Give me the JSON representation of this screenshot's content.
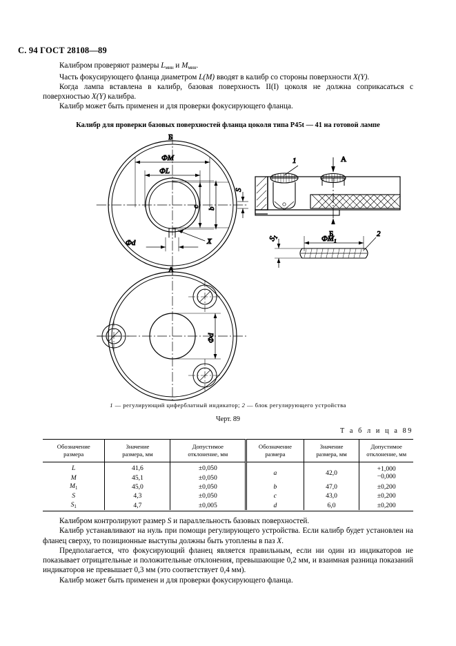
{
  "document": {
    "running_head": "С. 94 ГОСТ 28108—89"
  },
  "intro": {
    "p1_a": "Калибром проверяют размеры ",
    "p1_L": "L",
    "p1_sub1": "мин",
    "p1_b": "  и ",
    "p1_M": "M",
    "p1_sub2": "мин",
    "p1_c": ".",
    "p2_a": "Часть фокусирующего фланца диаметром ",
    "p2_LM": "L(M)",
    "p2_b": " вводят в калибр со стороны поверхности ",
    "p2_XY": "X(Y)",
    "p2_c": ".",
    "p3_a": "Когда лампа вставлена в калибр, базовая поверхность II(I) цоколя не должна соприкасаться с поверхностью ",
    "p3_XY": "X(Y)",
    "p3_b": " калибра.",
    "p4": "Калибр может быть применен и для проверки фокусирующего фланца."
  },
  "figure": {
    "title": "Калибр для проверки базовых поверхностей фланца цоколя типа Р45t — 41 на готовой лампе",
    "caption_1": "1",
    "caption_a": " — регулирующий циферблатный индикатор; ",
    "caption_2": "2",
    "caption_b": " — блок регулирующего устройства",
    "number": "Черт. 89",
    "labels": {
      "section_top": "Б",
      "section_bottom": "А",
      "section_a_right": "А",
      "section_b_right": "Б",
      "phi_M": "ФМ",
      "phi_L": "ФL",
      "dim_c": "c",
      "dim_b": "b",
      "phi_d_top": "Фd",
      "notch_X": "X",
      "dim_S": "S",
      "callout_1": "1",
      "callout_2": "2",
      "dim_S1": "S",
      "dim_S1_sub": "1",
      "phi_M1": "ФМ",
      "phi_M1_sub": "1",
      "phi_d_bottom": "Фd"
    }
  },
  "table": {
    "label": "Т а б л и ц а  89",
    "headers": [
      "Обозначение размера",
      "Значение размера, мм",
      "Допустимое отклонение, мм",
      "Обозначение размера",
      "Значение размера, мм",
      "Допустимое отклонение, мм"
    ],
    "header_lines": {
      "c0_l1": "Обозначение",
      "c0_l2": "размера",
      "c1_l1": "Значение",
      "c1_l2": "размера, мм",
      "c2_l1": "Допустимое",
      "c2_l2": "отклонение, мм",
      "c3_l1": "Обозначение",
      "c3_l2": "размера",
      "c4_l1": "Значение",
      "c4_l2": "размера, мм",
      "c5_l1": "Допустимое",
      "c5_l2": "отклонение, мм"
    },
    "left_rows": [
      {
        "symbol": "L",
        "sub": "",
        "value": "41,6",
        "tolerance": "±0,050"
      },
      {
        "symbol": "M",
        "sub": "",
        "value": "45,1",
        "tolerance": "±0,050"
      },
      {
        "symbol": "M",
        "sub": "1",
        "value": "45,0",
        "tolerance": "±0,050"
      },
      {
        "symbol": "S",
        "sub": "",
        "value": "4,3",
        "tolerance": "±0,050"
      },
      {
        "symbol": "S",
        "sub": "1",
        "value": "4,7",
        "tolerance": "±0,005"
      }
    ],
    "right_rows": [
      {
        "symbol": "a",
        "value": "42,0",
        "tolerance": "+1,000",
        "tolerance2": "−0,000"
      },
      {
        "symbol": "b",
        "value": "47,0",
        "tolerance": "±0,200",
        "tolerance2": ""
      },
      {
        "symbol": "c",
        "value": "43,0",
        "tolerance": "±0,200",
        "tolerance2": ""
      },
      {
        "symbol": "d",
        "value": "6,0",
        "tolerance": "±0,200",
        "tolerance2": ""
      }
    ]
  },
  "outro": {
    "p1_a": "Калибром контролируют размер ",
    "p1_S": "S",
    "p1_b": "  и параллельность базовых поверхностей.",
    "p2_a": "Калибр устанавливают на нуль при помощи регулирующего устройства. Если калибр будет установлен на фланец сверху, то позиционные выступы должны быть утоплены в паз ",
    "p2_X": "X",
    "p2_b": ".",
    "p3": "Предполагается, что фокусирующий фланец является правильным, если ни один из индикаторов не показывает отрицательные и положительные отклонения, превышающие 0,2 мм, и взаимная разница показаний индикаторов не превышает 0,3 мм (это соответствует 0,4 мм).",
    "p4": "Калибр может быть применен и для проверки фокусирующего фланца."
  }
}
